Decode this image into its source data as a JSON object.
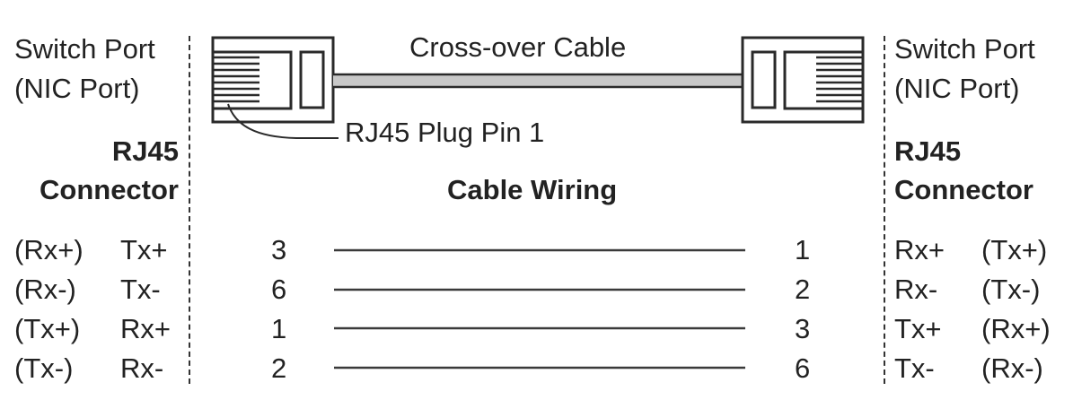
{
  "title": "Cross-over Cable",
  "pin1_label": "RJ45 Plug Pin 1",
  "left_side": {
    "device": "Switch Port",
    "device_alt": "(NIC Port)",
    "connector_line1": "RJ45",
    "connector_line2": "Connector",
    "signals": [
      {
        "alt": "(Rx+)",
        "signal": "Tx+"
      },
      {
        "alt": "(Rx-)",
        "signal": "Tx-"
      },
      {
        "alt": "(Tx+)",
        "signal": "Rx+"
      },
      {
        "alt": "(Tx-)",
        "signal": "Rx-"
      }
    ]
  },
  "right_side": {
    "device": "Switch Port",
    "device_alt": "(NIC Port)",
    "connector_line1": "RJ45",
    "connector_line2": "Connector",
    "signals": [
      {
        "signal": "Rx+",
        "alt": "(Tx+)"
      },
      {
        "signal": "Rx-",
        "alt": "(Tx-)"
      },
      {
        "signal": "Tx+",
        "alt": "(Rx+)"
      },
      {
        "signal": "Tx-",
        "alt": "(Rx-)"
      }
    ]
  },
  "wiring": {
    "heading": "Cable Wiring",
    "connections": [
      {
        "left_pin": "3",
        "right_pin": "1"
      },
      {
        "left_pin": "6",
        "right_pin": "2"
      },
      {
        "left_pin": "1",
        "right_pin": "3"
      },
      {
        "left_pin": "2",
        "right_pin": "6"
      }
    ]
  },
  "colors": {
    "ink": "#222222",
    "cable_fill": "#c8c8c8",
    "background": "#ffffff"
  }
}
